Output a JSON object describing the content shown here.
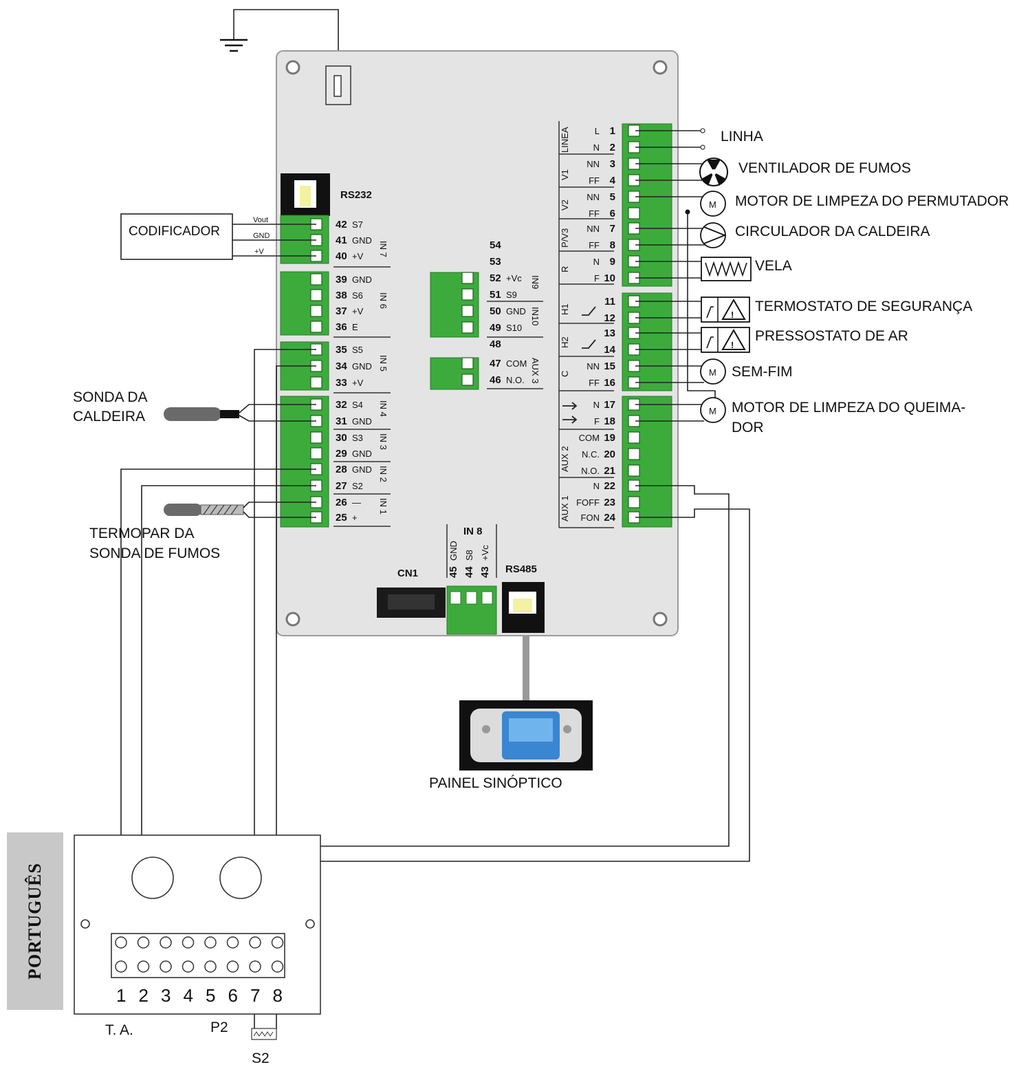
{
  "labels": {
    "linha": "LINHA",
    "ventilador": "VENTILADOR DE FUMOS",
    "motor_perm": "MOTOR DE LIMPEZA DO PERMUTADOR",
    "circulador": "CIRCULADOR DA CALDEIRA",
    "vela": "VELA",
    "termostato": "TERMOSTATO DE SEGURANÇA",
    "pressostato": "PRESSOSTATO DE AR",
    "semfim": "SEM-FIM",
    "motor_queim_1": "MOTOR DE LIMPEZA DO QUEIMA-",
    "motor_queim_2": "DOR",
    "codificador": "CODIFICADOR",
    "sonda_1": "SONDA DA",
    "sonda_2": "CALDEIRA",
    "termopar_1": "TERMOPAR DA",
    "termopar_2": "SONDA DE FUMOS",
    "painel": "PAINEL SINÓPTICO",
    "rs232": "RS232",
    "rs485": "RS485",
    "cn1": "CN1",
    "in8": "IN 8",
    "ta": "T. A.",
    "p2": "P2",
    "s2": "S2",
    "lang": "PORTUGUÊS"
  },
  "codificador_pins": {
    "vout": "Vout",
    "gnd": "GND",
    "v": "+V"
  },
  "left_terminals": [
    {
      "n": "42",
      "t": "S7"
    },
    {
      "n": "41",
      "t": "GND"
    },
    {
      "n": "40",
      "t": "+V"
    },
    {
      "n": "39",
      "t": "GND"
    },
    {
      "n": "38",
      "t": "S6"
    },
    {
      "n": "37",
      "t": "+V"
    },
    {
      "n": "36",
      "t": "E"
    },
    {
      "n": "35",
      "t": "S5"
    },
    {
      "n": "34",
      "t": "GND"
    },
    {
      "n": "33",
      "t": "+V"
    },
    {
      "n": "32",
      "t": "S4"
    },
    {
      "n": "31",
      "t": "GND"
    },
    {
      "n": "30",
      "t": "S3"
    },
    {
      "n": "29",
      "t": "GND"
    },
    {
      "n": "28",
      "t": "GND"
    },
    {
      "n": "27",
      "t": "S2"
    },
    {
      "n": "26",
      "t": "—"
    },
    {
      "n": "25",
      "t": "+"
    }
  ],
  "left_groups": [
    "IN 7",
    "IN 6",
    "IN 5",
    "IN 4",
    "IN 3",
    "IN 2",
    "IN 1"
  ],
  "mid_terminals": [
    {
      "n": "54",
      "t": ""
    },
    {
      "n": "53",
      "t": ""
    },
    {
      "n": "52",
      "t": "+Vc"
    },
    {
      "n": "51",
      "t": "S9"
    },
    {
      "n": "50",
      "t": "GND"
    },
    {
      "n": "49",
      "t": "S10"
    },
    {
      "n": "48",
      "t": ""
    },
    {
      "n": "47",
      "t": "COM"
    },
    {
      "n": "46",
      "t": "N.O."
    }
  ],
  "mid_groups": [
    "IN9",
    "IN10",
    "AUX 3"
  ],
  "right_terminals": [
    {
      "n": "1",
      "t": "L"
    },
    {
      "n": "2",
      "t": "N"
    },
    {
      "n": "3",
      "t": "NN"
    },
    {
      "n": "4",
      "t": "FF"
    },
    {
      "n": "5",
      "t": "NN"
    },
    {
      "n": "6",
      "t": "FF"
    },
    {
      "n": "7",
      "t": "NN"
    },
    {
      "n": "8",
      "t": "FF"
    },
    {
      "n": "9",
      "t": "N"
    },
    {
      "n": "10",
      "t": "F"
    },
    {
      "n": "11",
      "t": ""
    },
    {
      "n": "12",
      "t": ""
    },
    {
      "n": "13",
      "t": ""
    },
    {
      "n": "14",
      "t": ""
    },
    {
      "n": "15",
      "t": "NN"
    },
    {
      "n": "16",
      "t": "FF"
    },
    {
      "n": "17",
      "t": "N"
    },
    {
      "n": "18",
      "t": "F"
    },
    {
      "n": "19",
      "t": "COM"
    },
    {
      "n": "20",
      "t": "N.C."
    },
    {
      "n": "21",
      "t": "N.O."
    },
    {
      "n": "22",
      "t": "N"
    },
    {
      "n": "23",
      "t": "FOFF"
    },
    {
      "n": "24",
      "t": "FON"
    }
  ],
  "right_groups": [
    "LINEA",
    "V1",
    "V2",
    "P/V3",
    "R",
    "H1",
    "H2",
    "C",
    "AUX 2",
    "AUX 1"
  ],
  "bottom_terminals": [
    {
      "n": "45",
      "t": "GND"
    },
    {
      "n": "44",
      "t": "S8"
    },
    {
      "n": "43",
      "t": "+Vc"
    }
  ],
  "strip_numbers": [
    "1",
    "2",
    "3",
    "4",
    "5",
    "6",
    "7",
    "8"
  ],
  "colors": {
    "board": "#e4e4e4",
    "terminal_green": "#3cab3c",
    "screen_blue": "#3a86d0"
  }
}
